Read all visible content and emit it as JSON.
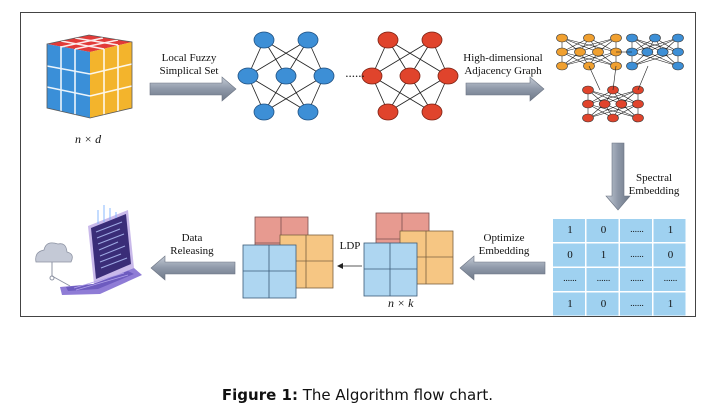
{
  "labels": {
    "fuzzy": [
      "Local Fuzzy",
      "Simplical Set"
    ],
    "ellipsis": "......",
    "adjacency": [
      "High-dimensional",
      "Adjacency Graph"
    ],
    "spectral": [
      "Spectral",
      "Embedding"
    ],
    "optimize": [
      "Optimize",
      "Embedding"
    ],
    "ldp": "LDP",
    "release": [
      "Data",
      "Releasing"
    ],
    "input_dim": "n × d",
    "output_dim": "n × k"
  },
  "matrix": [
    [
      "1",
      "0",
      "......",
      "1"
    ],
    [
      "0",
      "1",
      "......",
      "0"
    ],
    [
      "......",
      "......",
      "......",
      "......"
    ],
    [
      "1",
      "0",
      "......",
      "1"
    ]
  ],
  "caption": {
    "label": "Figure 1:",
    "text": "The Algorithm flow chart."
  },
  "colors": {
    "blue_node": "#3d8fd6",
    "red_node": "#e0442c",
    "orange_node": "#f0a030",
    "arrow": "#8e98a8",
    "matrix_cell": "#9fd1f0",
    "block_blue": "#aed6f1",
    "block_red": "#e79a90",
    "block_orange": "#f6c683"
  }
}
